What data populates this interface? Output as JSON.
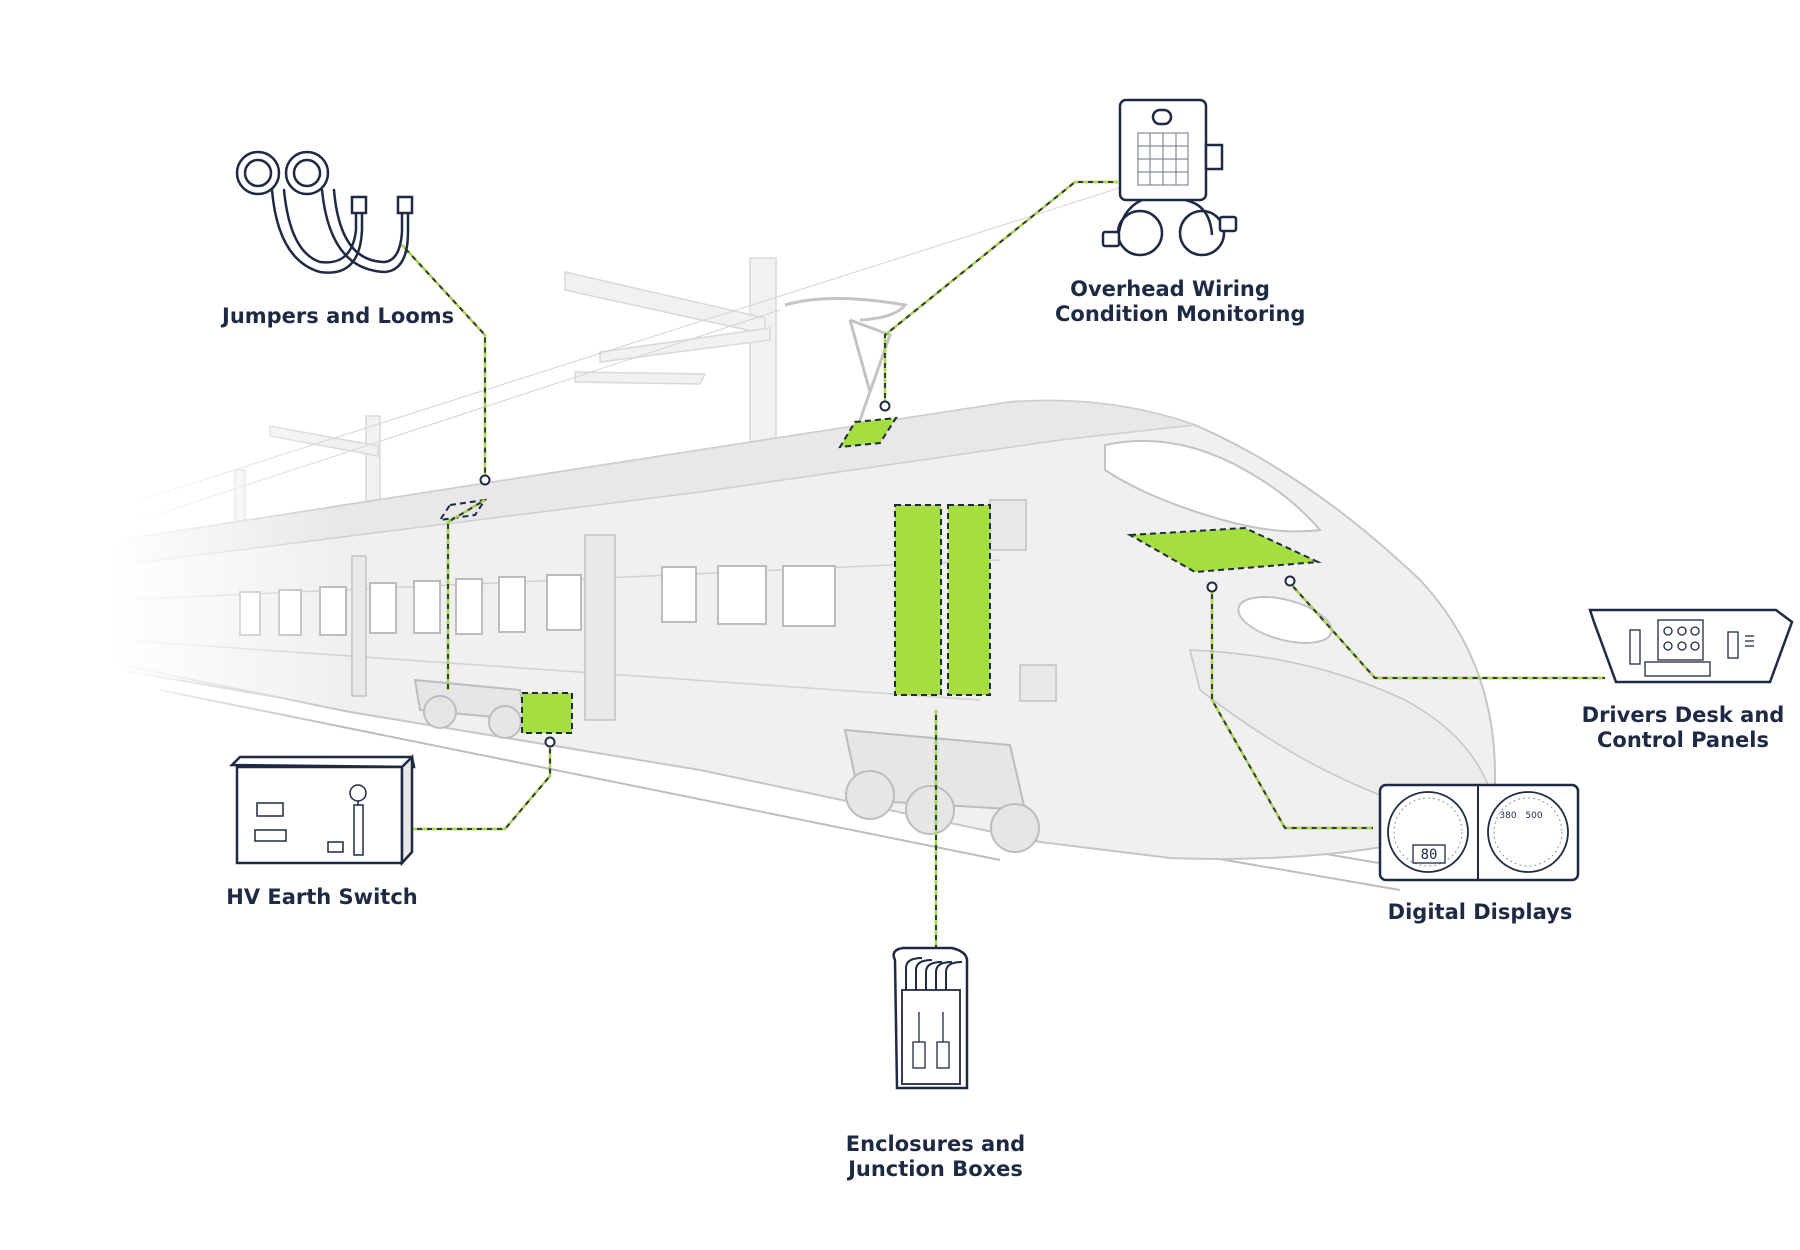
{
  "diagram": {
    "colors": {
      "accent": "#a6dd3f",
      "outline": "#1e2a44",
      "train_fill": "#efefef",
      "train_line": "#c8c8c8",
      "leader_dark": "#33402a"
    },
    "callouts": [
      {
        "id": "jumpers",
        "icon": "cable-loom-icon",
        "lines": [
          "Jumpers and Looms"
        ]
      },
      {
        "id": "overhead",
        "icon": "overhead-monitor-icon",
        "lines": [
          "Overhead Wiring",
          "Condition Monitoring"
        ]
      },
      {
        "id": "drivers",
        "icon": "control-panel-icon",
        "lines": [
          "Drivers Desk and",
          "Control Panels"
        ]
      },
      {
        "id": "displays",
        "icon": "gauge-display-icon",
        "lines": [
          "Digital Displays"
        ],
        "display_values": {
          "speed_readout": "80",
          "scale_low": "380",
          "scale_high": "500"
        }
      },
      {
        "id": "hvswitch",
        "icon": "earth-switch-box-icon",
        "lines": [
          "HV Earth Switch"
        ]
      },
      {
        "id": "enclosures",
        "icon": "junction-box-icon",
        "lines": [
          "Enclosures and",
          "Junction Boxes"
        ]
      }
    ]
  }
}
